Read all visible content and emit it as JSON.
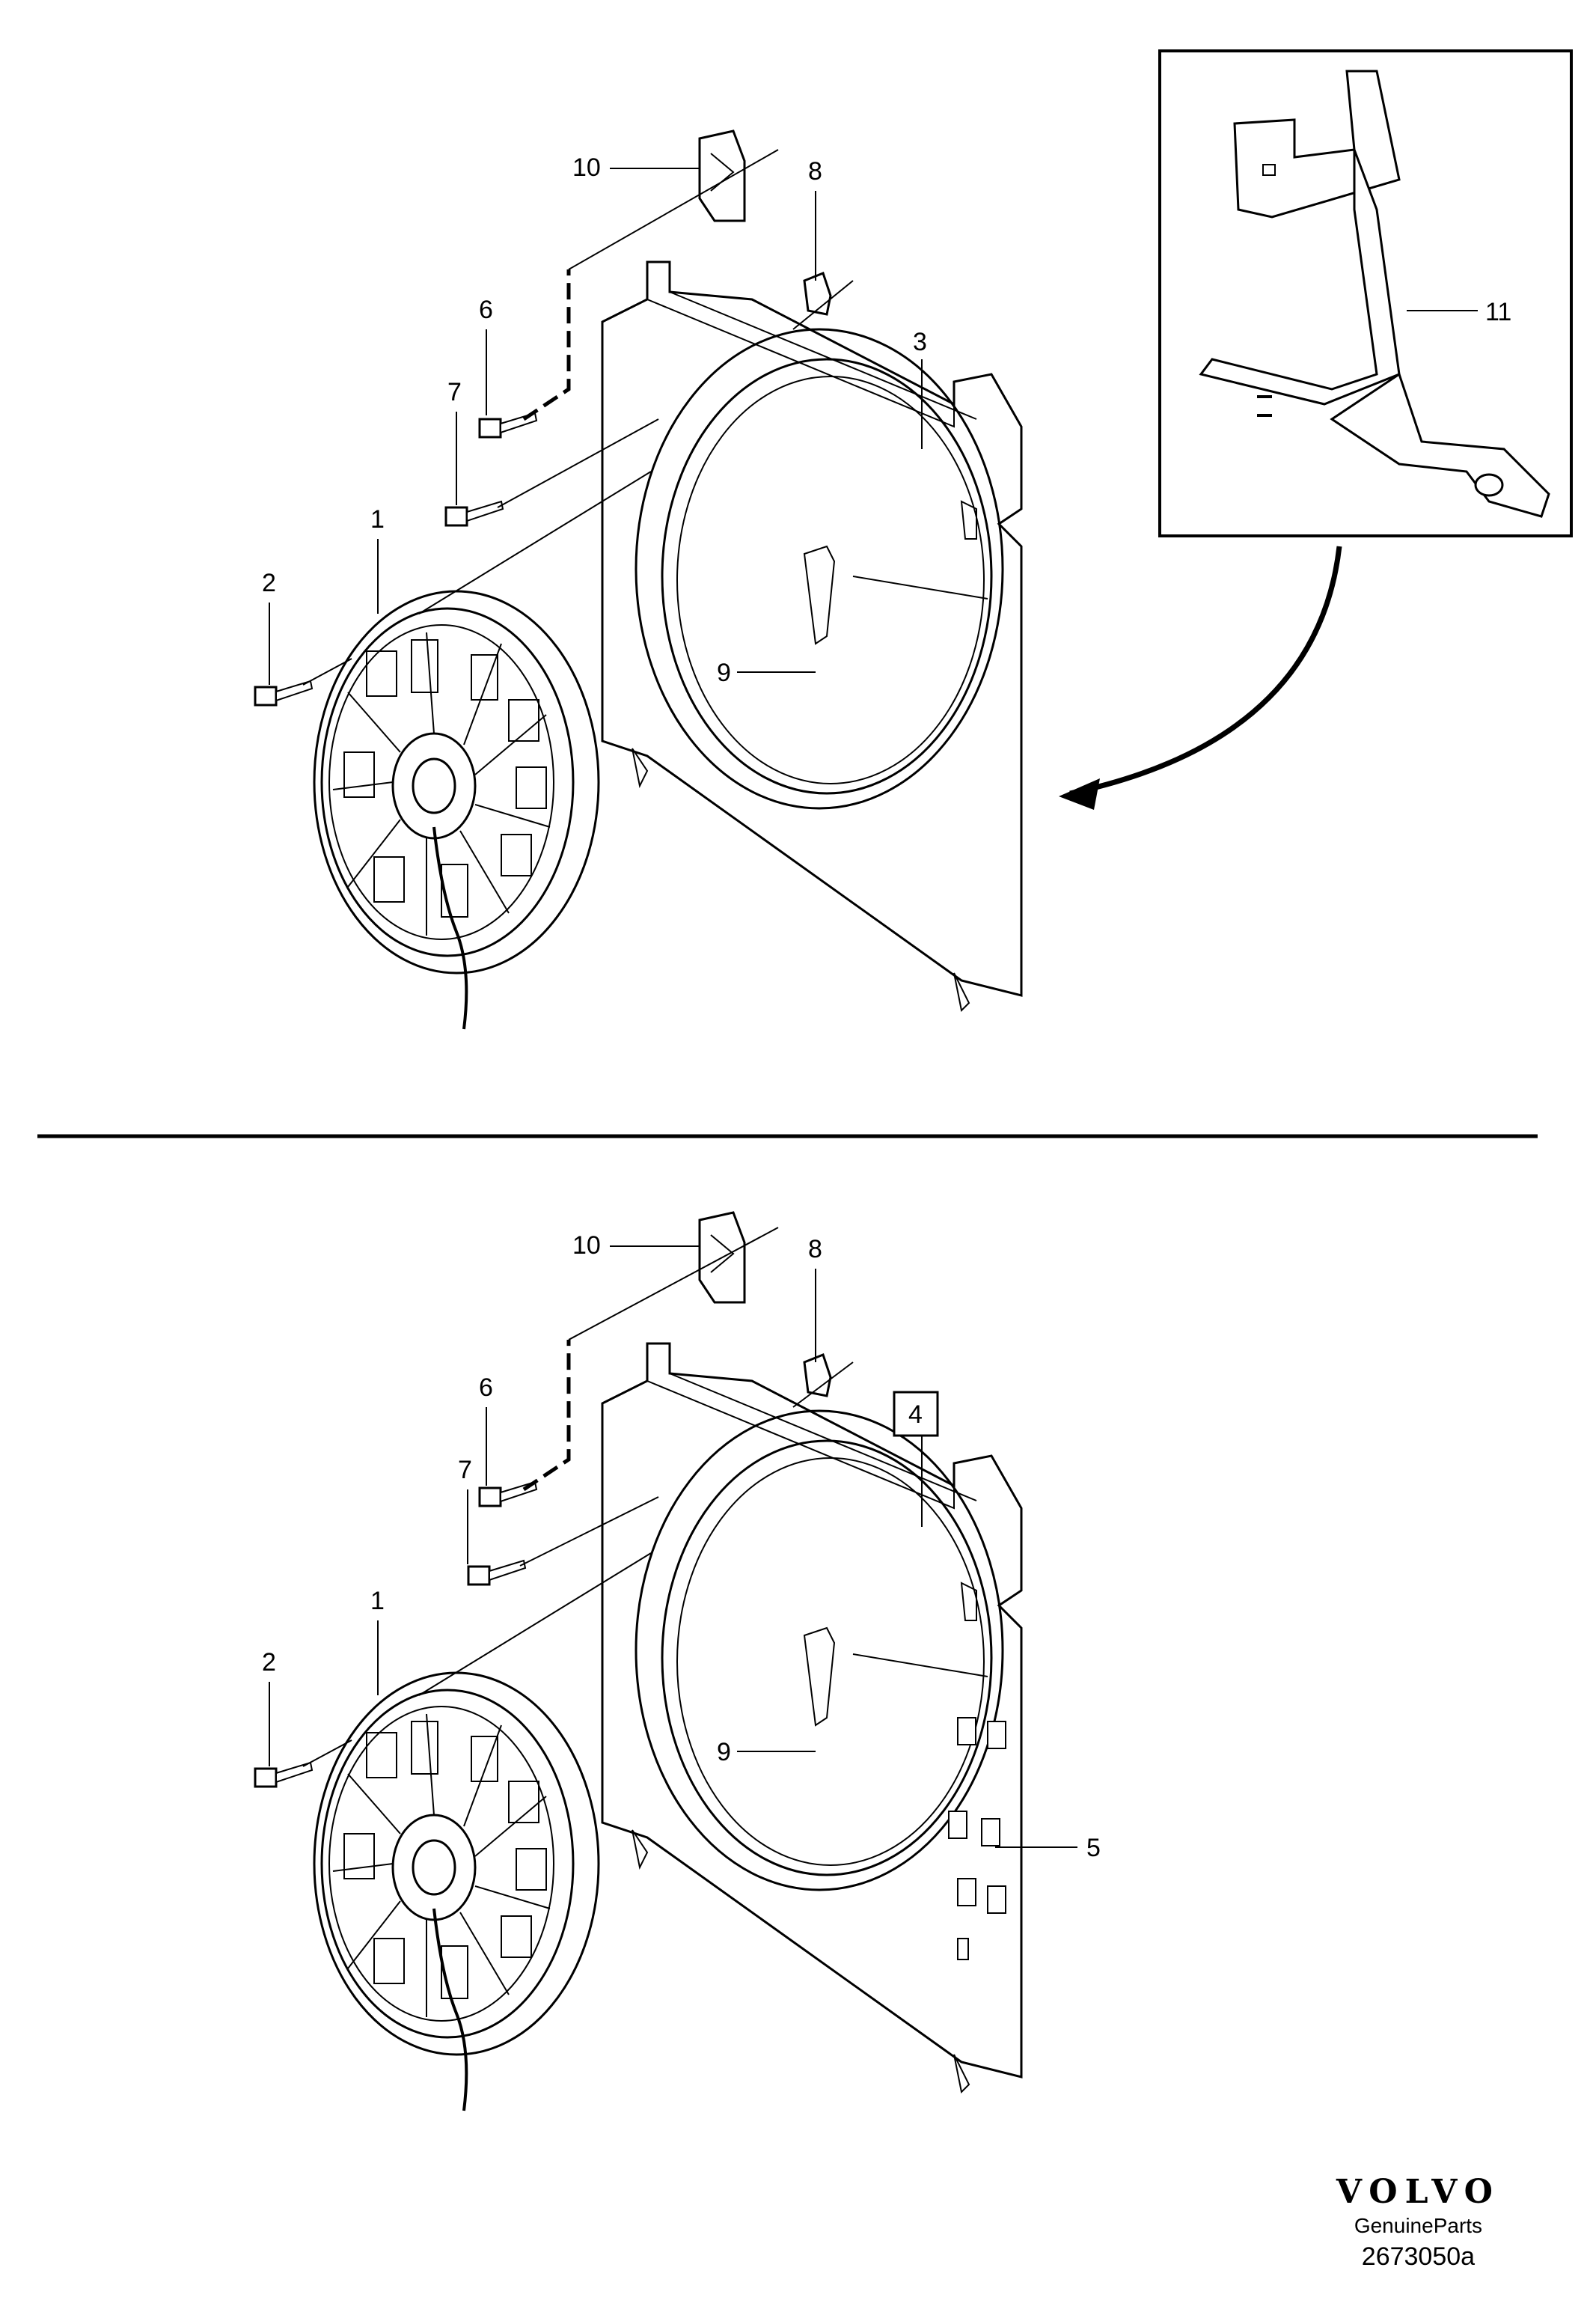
{
  "diagram": {
    "callouts_top": [
      "10",
      "8",
      "6",
      "7",
      "3",
      "1",
      "2",
      "9"
    ],
    "callout_inset": "11",
    "callouts_bottom": [
      "10",
      "8",
      "6",
      "7",
      "4",
      "1",
      "2",
      "9",
      "5"
    ]
  },
  "footer": {
    "brand": "VOLVO",
    "tagline": "GenuineParts",
    "drawing_number": "2673050a"
  }
}
